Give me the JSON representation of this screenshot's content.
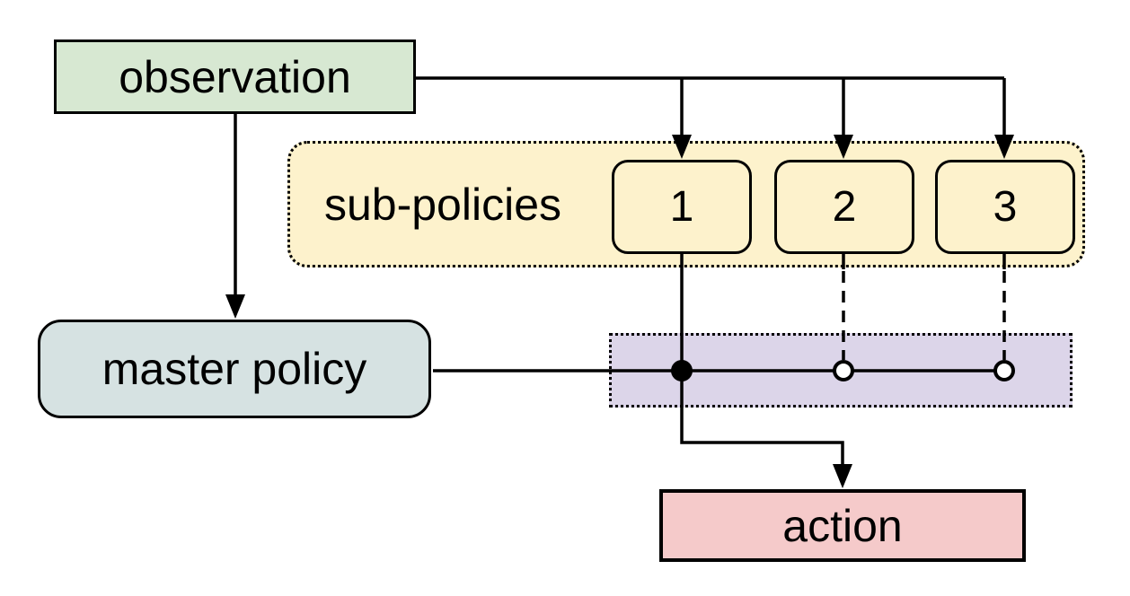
{
  "diagram": {
    "observation": {
      "label": "observation"
    },
    "sub_policies": {
      "label": "sub-policies",
      "items": [
        {
          "label": "1"
        },
        {
          "label": "2"
        },
        {
          "label": "3"
        }
      ]
    },
    "master_policy": {
      "label": "master policy"
    },
    "action": {
      "label": "action"
    },
    "colors": {
      "observation_fill": "#d7e8d2",
      "sub_policies_fill": "#fdf2cc",
      "sub_policy_item_fill": "#fdf2cc",
      "master_policy_fill": "#d6e2e2",
      "selector_fill": "#dcd5e9",
      "action_fill": "#f5caca",
      "stroke": "#000000"
    }
  }
}
